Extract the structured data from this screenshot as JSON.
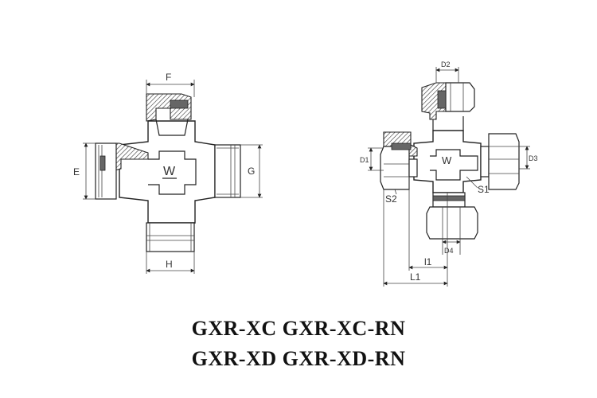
{
  "diagram": {
    "left_view": {
      "labels": {
        "F": "F",
        "E": "E",
        "G": "G",
        "H": "H"
      }
    },
    "right_view": {
      "labels": {
        "D1": "D1",
        "D2": "D2",
        "D3": "D3",
        "D4": "D4",
        "S1": "S1",
        "S2": "S2",
        "l1": "l1",
        "L1": "L1"
      }
    },
    "logo_mark": "W"
  },
  "titles": {
    "line1": "GXR-XC GXR-XC-RN",
    "line2": "GXR-XD GXR-XD-RN"
  }
}
